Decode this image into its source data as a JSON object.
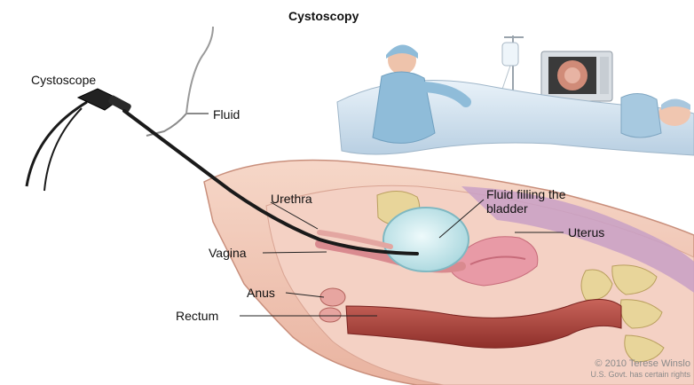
{
  "title": "Cystoscopy",
  "labels": {
    "cystoscope": "Cystoscope",
    "fluid": "Fluid",
    "urethra": "Urethra",
    "fluid_filling_bladder": "Fluid filling the bladder",
    "uterus": "Uterus",
    "vagina": "Vagina",
    "anus": "Anus",
    "rectum": "Rectum"
  },
  "credit": {
    "line1": "© 2010 Terese Winslo",
    "line2": "U.S. Govt. has certain rights"
  },
  "colors": {
    "skin": "#f2c8b6",
    "skin_dark": "#d89a87",
    "bladder_fluid": "#cfe9ec",
    "uterus": "#e89aa6",
    "rectum": "#b0473f",
    "bone": "#e8d59a",
    "scrubs": "#9cc3df",
    "scope": "#1a1a1a"
  }
}
